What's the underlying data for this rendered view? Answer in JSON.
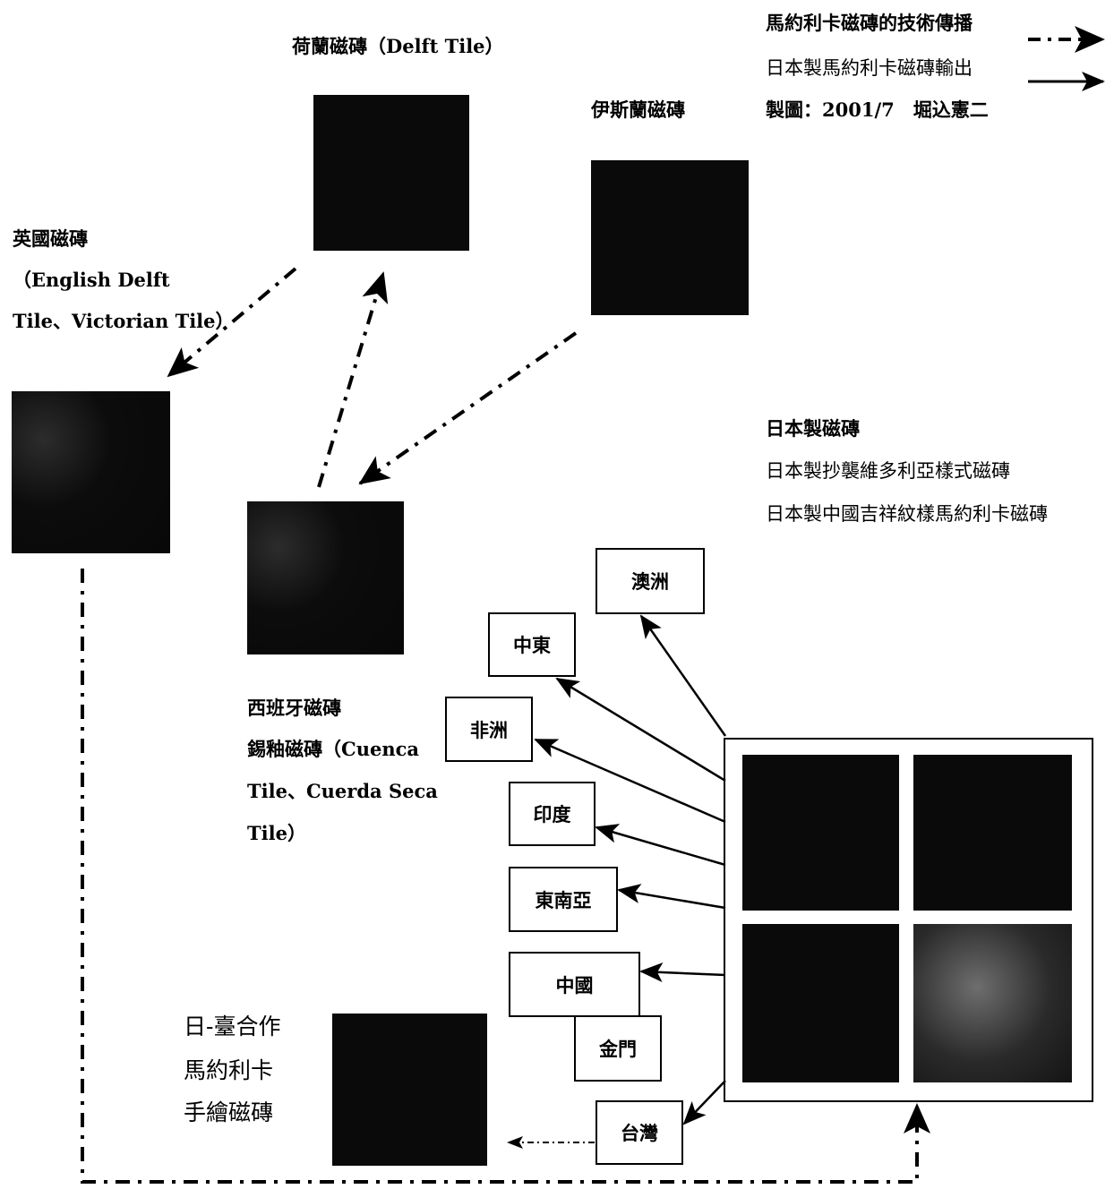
{
  "legend": {
    "diffusion": "馬約利卡磁磚的技術傳播",
    "export": "日本製馬約利卡磁磚輸出",
    "credit": "製圖：2001/7　堀込憲二"
  },
  "tiles": {
    "dutch": "荷蘭磁磚（Delft Tile）",
    "islamic": "伊斯蘭磁磚",
    "english": [
      "英國磁磚",
      "（English Delft",
      "Tile、Victorian Tile）"
    ],
    "spanish": [
      "西班牙磁磚",
      "錫釉磁磚（Cuenca",
      "Tile、Cuerda Seca",
      "Tile）"
    ],
    "taiwan_japan": [
      "日-臺合作",
      "馬約利卡",
      "手繪磁磚"
    ]
  },
  "japan_products": [
    "日本製磁磚",
    "日本製抄襲維多利亞樣式磁磚",
    "日本製中國吉祥紋樣馬約利卡磁磚"
  ],
  "destinations": {
    "australia": "澳洲",
    "middle_east": "中東",
    "africa": "非洲",
    "india": "印度",
    "southeast_asia": "東南亞",
    "china": "中國",
    "kinmen": "金門",
    "taiwan": "台灣"
  }
}
